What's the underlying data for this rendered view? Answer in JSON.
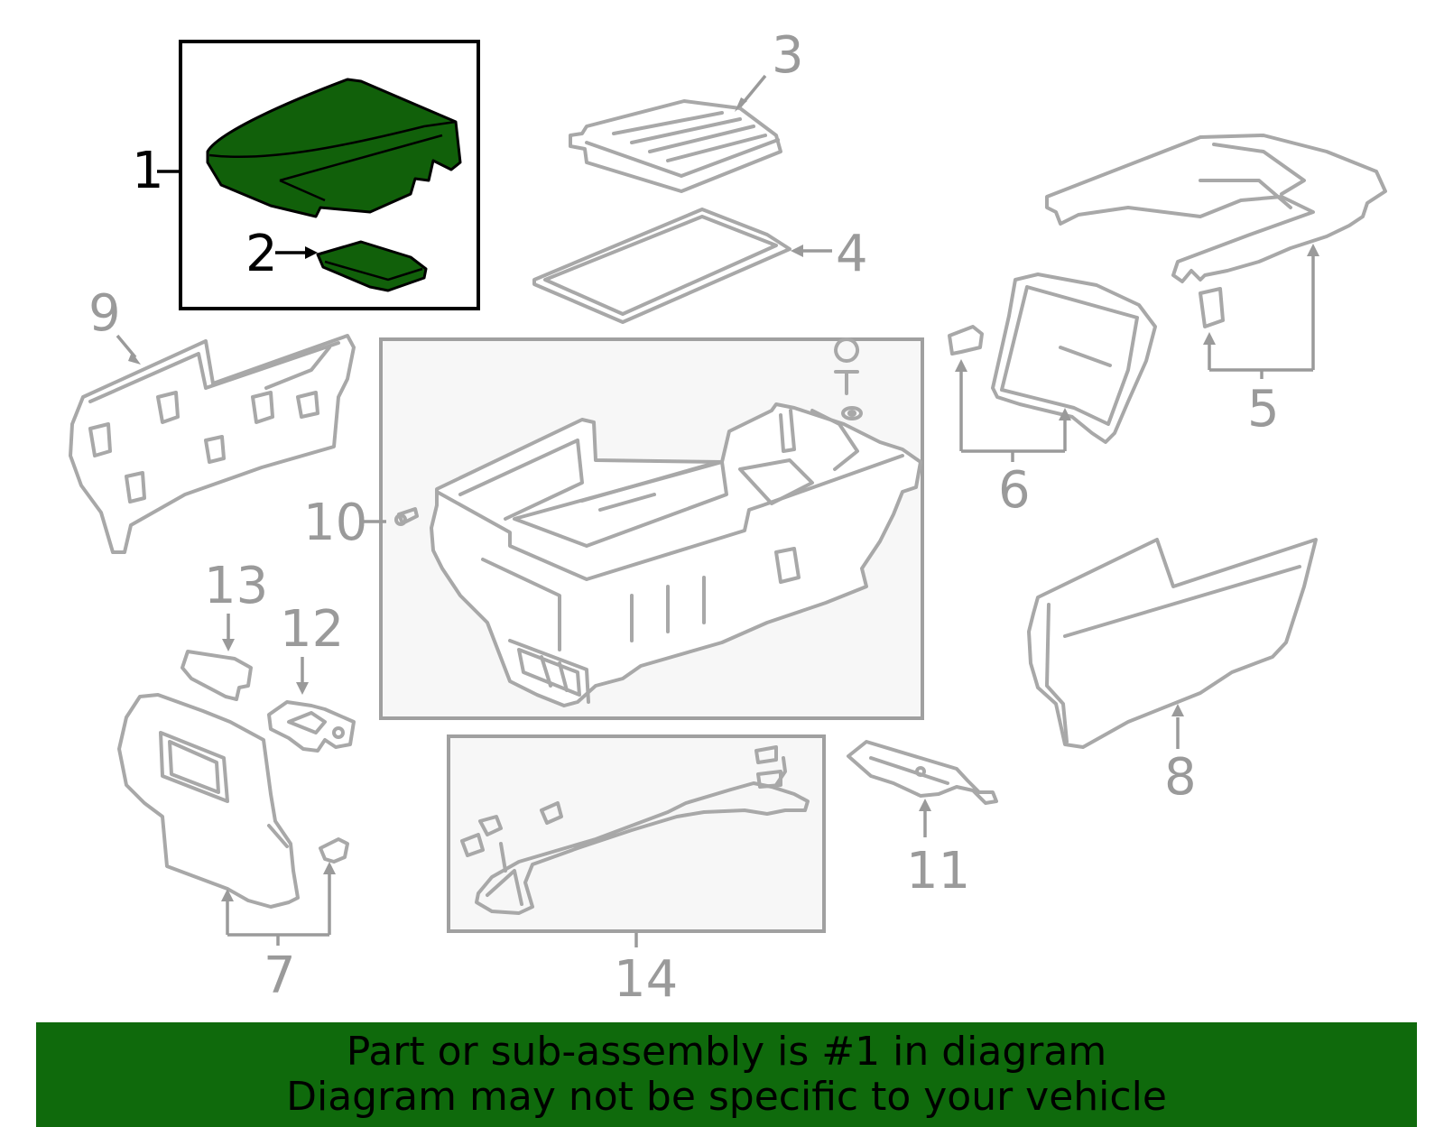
{
  "callouts": {
    "c1": "1",
    "c2": "2",
    "c3": "3",
    "c4": "4",
    "c5": "5",
    "c6": "6",
    "c7": "7",
    "c8": "8",
    "c9": "9",
    "c10": "10",
    "c11": "11",
    "c12": "12",
    "c13": "13",
    "c14": "14"
  },
  "highlight_color": "#11600a",
  "banner": {
    "line1": "Part or sub-assembly is #1 in diagram",
    "line2": "Diagram may not be specific to your vehicle",
    "background": "#0f6a0c"
  }
}
